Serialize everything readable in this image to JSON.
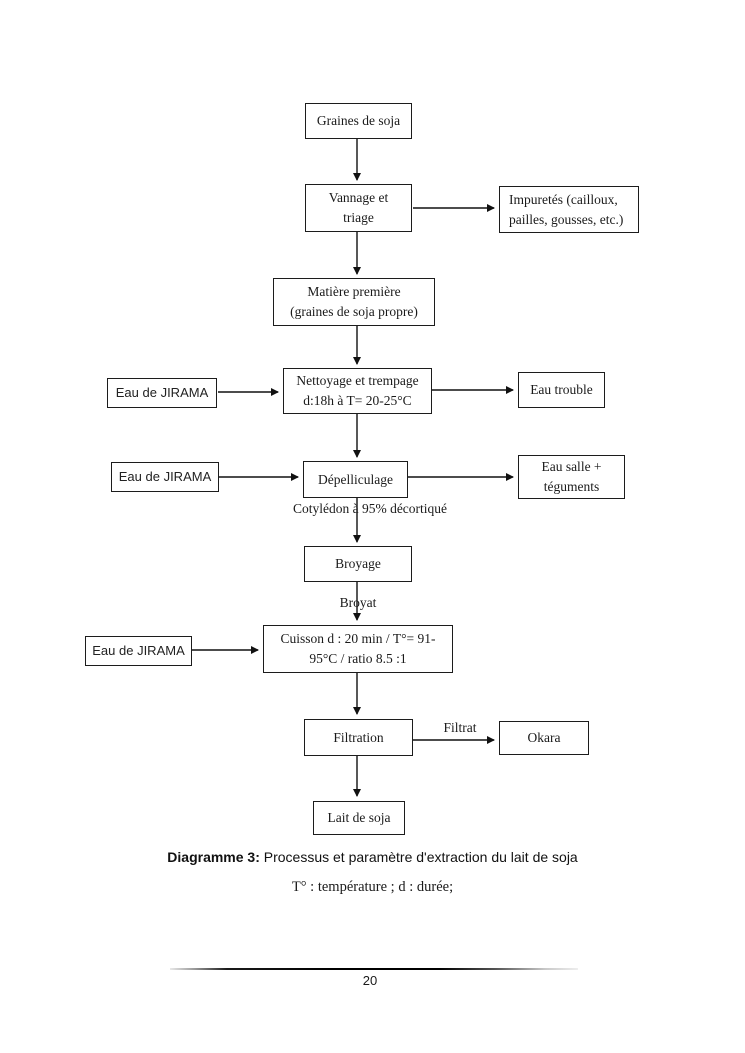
{
  "flowchart": {
    "graines_de_soja": "Graines de soja",
    "vannage": "Vannage et\ntriage",
    "impuretes": "Impuretés (cailloux,\npailles, gousses, etc.)",
    "matiere_premiere": "Matière première\n(graines de soja propre)",
    "eau_jirama_1": "Eau de JIRAMA",
    "nettoyage": "Nettoyage et trempage\nd:18h à T= 20-25°C",
    "eau_trouble": "Eau trouble",
    "eau_jirama_2": "Eau de JIRAMA",
    "depelliculage": "Dépelliculage",
    "eau_salle": "Eau salle +\ntéguments",
    "cotyledon_label": "Cotylédon à 95% décortiqué",
    "broyage": "Broyage",
    "broyat_label": "Broyat",
    "eau_jirama_3": "Eau de JIRAMA",
    "cuisson": "Cuisson  d : 20 min / T°= 91-\n95°C / ratio 8.5 :1",
    "filtration": "Filtration",
    "filtrat_label": "Filtrat",
    "okara": "Okara",
    "lait_de_soja": "Lait de soja"
  },
  "caption": {
    "title_bold": "Diagramme 3:",
    "title_rest": " Processus et paramètre d'extraction du lait de soja",
    "legend": "T° : température ; d : durée;"
  },
  "footer": {
    "page_number": "20"
  },
  "colors": {
    "line": "#111111",
    "border": "#1c1c1c",
    "background": "#ffffff"
  }
}
